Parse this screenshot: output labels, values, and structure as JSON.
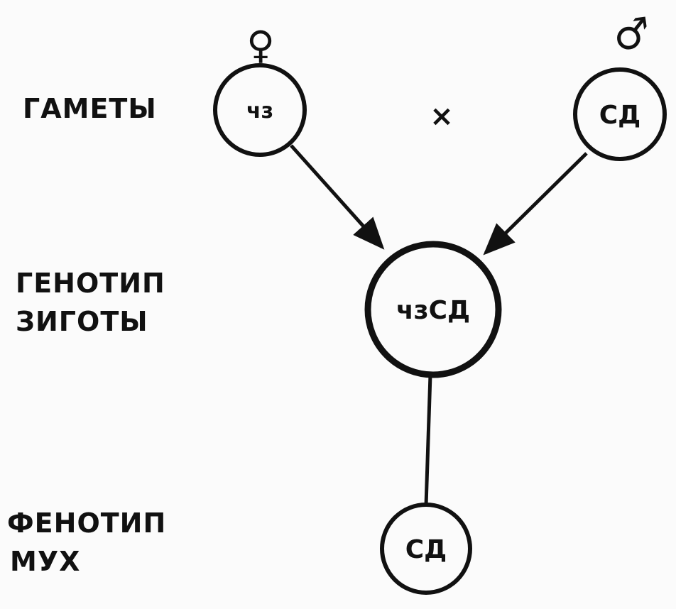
{
  "rows": {
    "gametes": "ГАМЕТЫ",
    "zygote_line1": "ГЕНОТИП",
    "zygote_line2": "ЗИГОТЫ",
    "phenotype_line1": "ФЕНОТИП",
    "phenotype_line2": "МУХ"
  },
  "symbols": {
    "female": "♀",
    "male": "♂",
    "cross": "×"
  },
  "nodes": {
    "female_gamete": "чз",
    "male_gamete": "СД",
    "zygote": "чзСД",
    "phenotype": "СД"
  },
  "colors": {
    "ink": "#111111",
    "background": "#fbfbfb"
  }
}
